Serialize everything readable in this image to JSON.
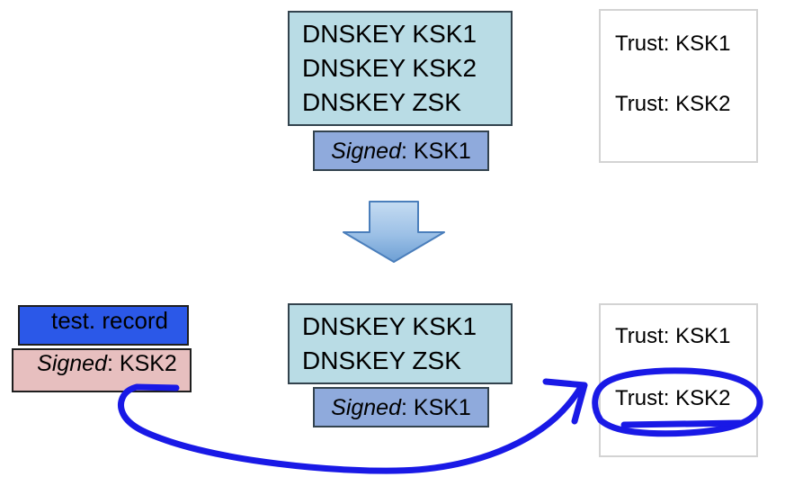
{
  "diagram": {
    "title": "DNSSEC key rollover trust anchor diagram",
    "colors": {
      "dnskey_fill": "#b9dce5",
      "signed_fill": "#8faadc",
      "record_fill": "#2b58e8",
      "signed_pink_fill": "#e7bfbf",
      "trust_border": "#d3d3d3",
      "box_border": "#33434e",
      "annotation_blue": "#1919e6",
      "arrow_blue_light": "#9dc3e6",
      "arrow_blue_dark": "#4a7ebb"
    }
  },
  "top_row": {
    "dnskey_box": {
      "lines": [
        "DNSKEY KSK1",
        "DNSKEY KSK2",
        "DNSKEY ZSK"
      ]
    },
    "signed_box": {
      "keyword": "Signed",
      "separator": ": ",
      "value": "KSK1"
    },
    "trust_box": {
      "lines": [
        "Trust: KSK1",
        "Trust: KSK2"
      ]
    }
  },
  "transition": {
    "arrow_icon": "down-arrow-icon",
    "direction": "down"
  },
  "bottom_row": {
    "record_box": {
      "label": "test. record"
    },
    "record_signed_box": {
      "keyword": "Signed",
      "separator": ": ",
      "value": "KSK2"
    },
    "dnskey_box": {
      "lines": [
        "DNSKEY KSK1",
        "DNSKEY ZSK"
      ]
    },
    "signed_box": {
      "keyword": "Signed",
      "separator": ": ",
      "value": "KSK1"
    },
    "trust_box": {
      "lines": [
        "Trust: KSK1",
        "Trust: KSK2"
      ]
    }
  },
  "annotations": {
    "underline_target": "KSK2",
    "ellipse_target": "Trust: KSK2",
    "curve_arrow": "hand-drawn-curve-arrow"
  }
}
